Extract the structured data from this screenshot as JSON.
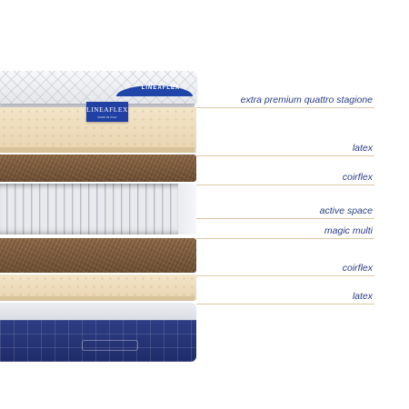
{
  "brand": {
    "name": "LINEAFLEX",
    "band_text": "LINEAFLEX",
    "tagline": "MADE IN ITALY"
  },
  "colors": {
    "label": "#2b3d86",
    "leader": "#dcc9a6",
    "base": "#1f2c6a",
    "latex": "#f3e5c9",
    "coir": "#7a5a3e"
  },
  "layers": [
    {
      "label": "extra premium quattro stagione"
    },
    {
      "label": "latex"
    },
    {
      "label": "coirflex"
    },
    {
      "label": "active space"
    },
    {
      "label": "magic multi"
    },
    {
      "label": "coirflex"
    },
    {
      "label": "latex"
    }
  ]
}
